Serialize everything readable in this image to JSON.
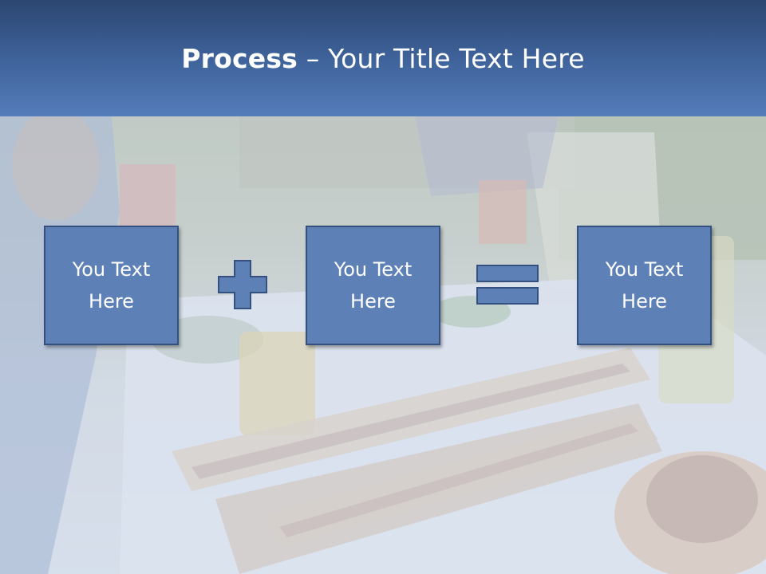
{
  "title": {
    "bold": "Process",
    "rest": " – Your Title Text Here"
  },
  "boxes": [
    {
      "line1": "You Text",
      "line2": "Here"
    },
    {
      "line1": "You Text",
      "line2": "Here"
    },
    {
      "line1": "You Text",
      "line2": "Here"
    }
  ],
  "colors": {
    "header": "#3c5f96",
    "box_fill": "#5d80b7",
    "box_border": "#33507e"
  },
  "icons": {
    "operator_1": "plus-icon",
    "operator_2": "equals-icon"
  }
}
